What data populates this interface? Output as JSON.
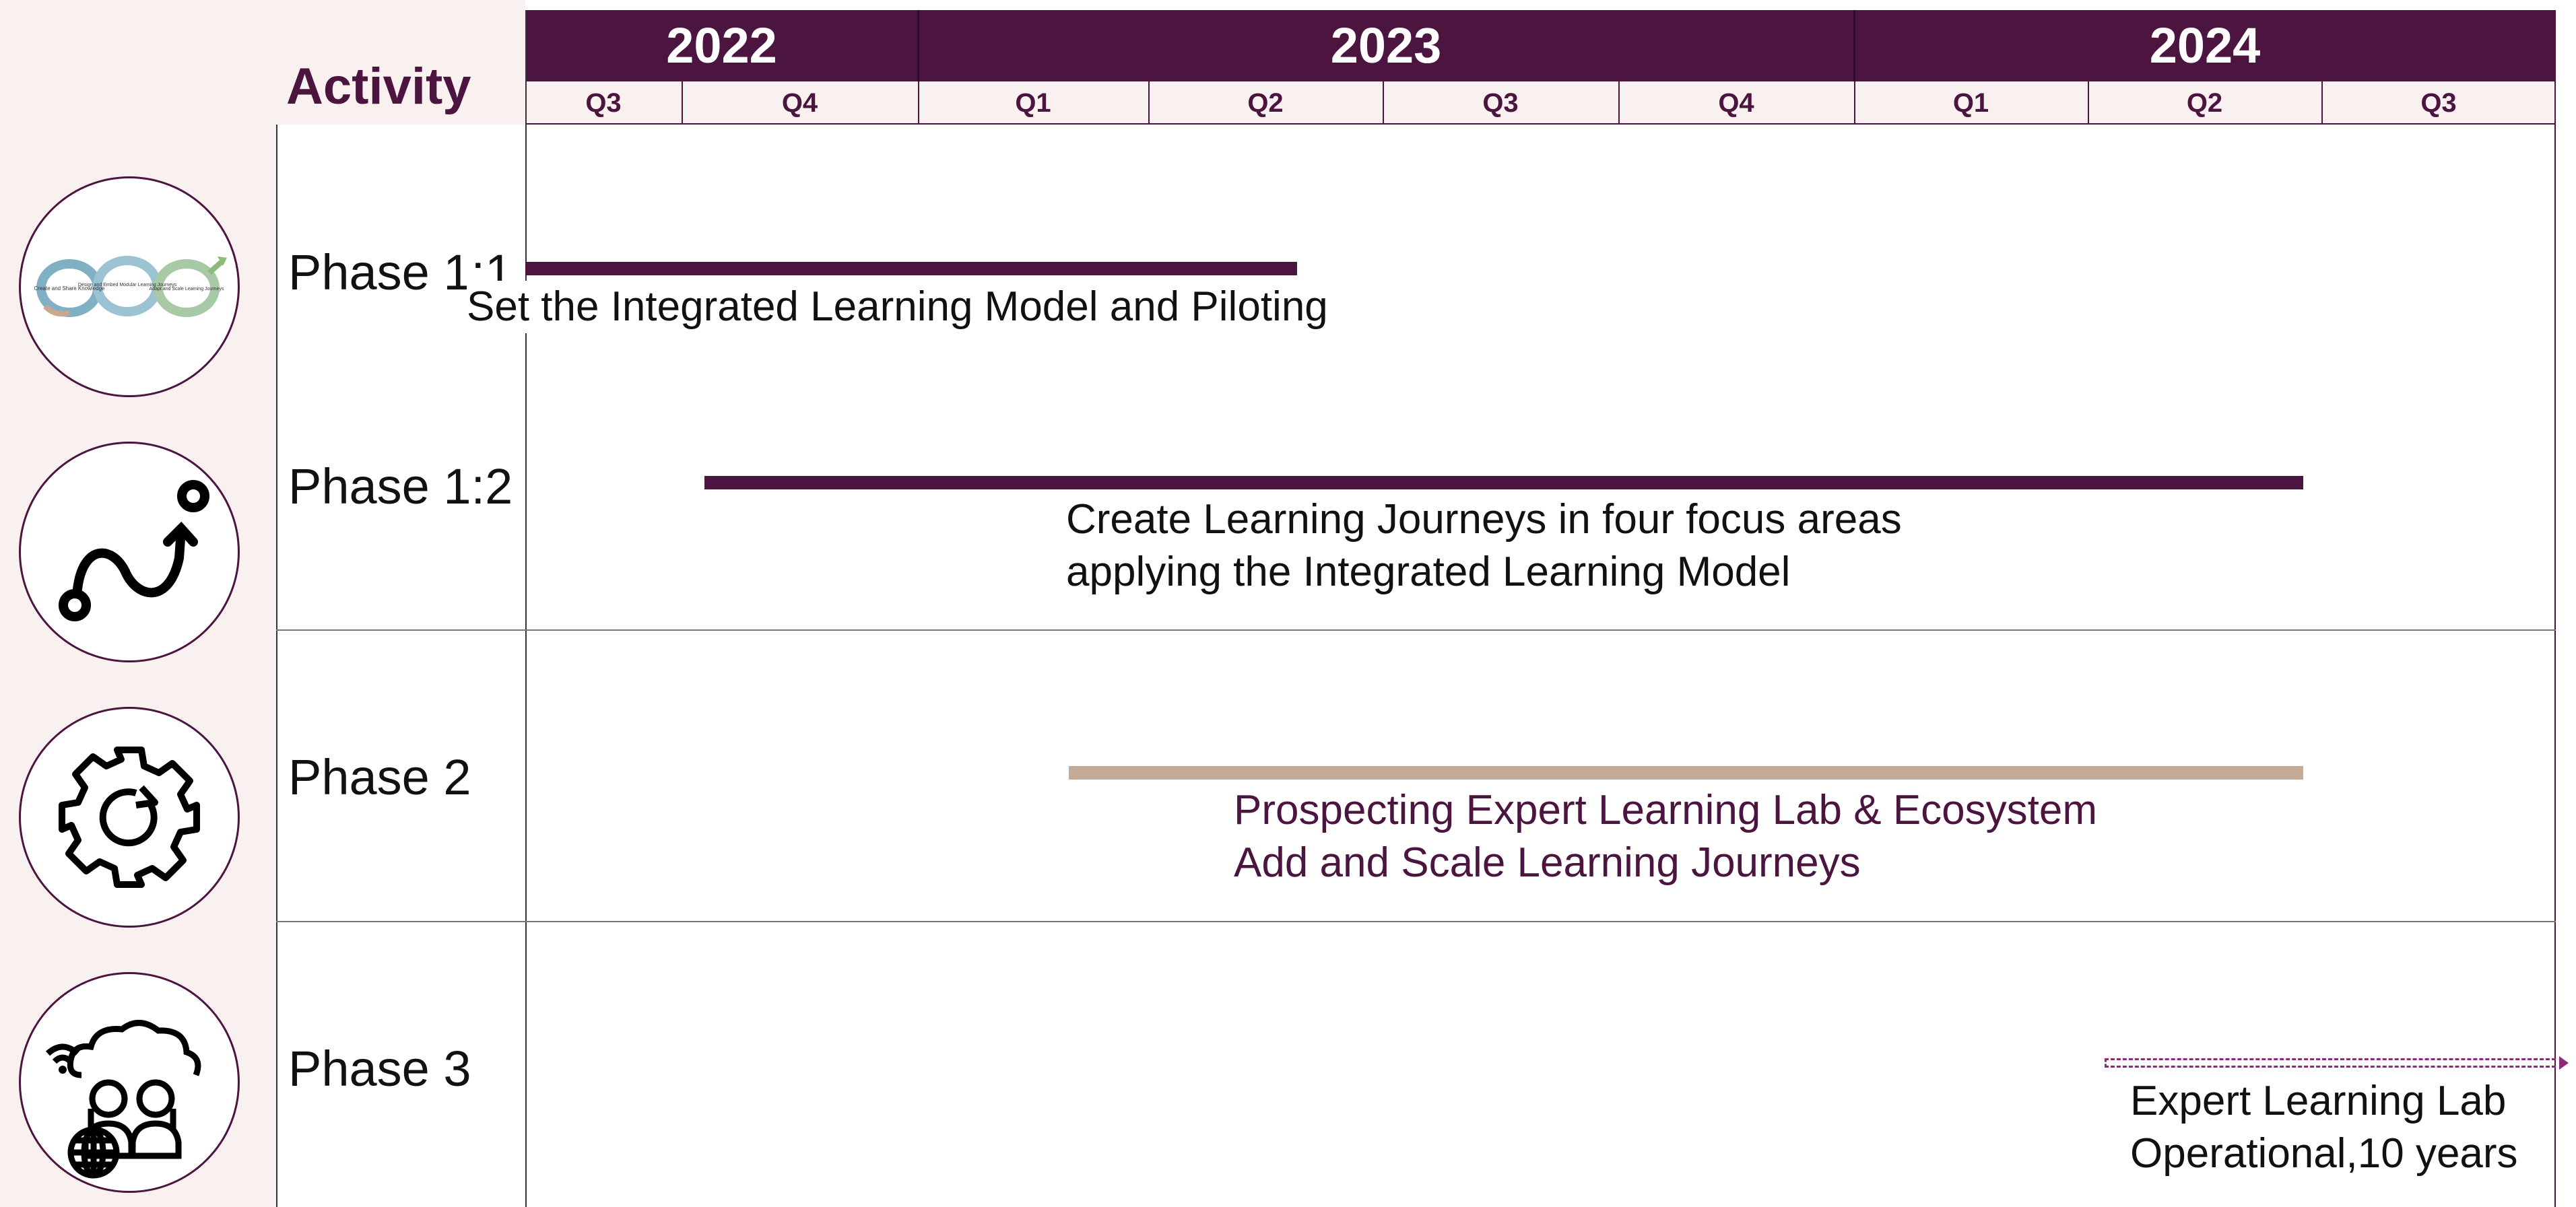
{
  "header": {
    "activity_label": "Activity",
    "years": [
      {
        "label": "2022"
      },
      {
        "label": "2023"
      },
      {
        "label": "2024"
      }
    ],
    "quarters": [
      "Q3",
      "Q4",
      "Q1",
      "Q2",
      "Q3",
      "Q4",
      "Q1",
      "Q2",
      "Q3"
    ]
  },
  "icons": [
    "infinity-cycle-icon",
    "path-route-icon",
    "gear-cycle-icon",
    "cloud-people-globe-icon"
  ],
  "infinity_icon_texts": [
    "Create and Share Knowledge",
    "Design and Embed Modular Learning Journeys",
    "Adapt and Scale Learning Journeys"
  ],
  "phases": [
    {
      "label": "Phase 1:1",
      "task_lines": [
        "Set the Integrated Learning Model and Piloting"
      ]
    },
    {
      "label": "Phase 1:2",
      "task_lines": [
        "Create Learning Journeys in four focus areas",
        "applying the Integrated Learning Model"
      ]
    },
    {
      "label": "Phase 2",
      "task_lines": [
        "Prospecting Expert Learning Lab & Ecosystem",
        "Add and Scale Learning Journeys"
      ]
    },
    {
      "label": "Phase 3",
      "task_lines": [
        "Expert Learning Lab",
        "Operational,10 years"
      ]
    }
  ],
  "colors": {
    "brand_purple": "#4b1540",
    "tan": "#c4ab97",
    "panel_bg": "#f9f1ef"
  }
}
